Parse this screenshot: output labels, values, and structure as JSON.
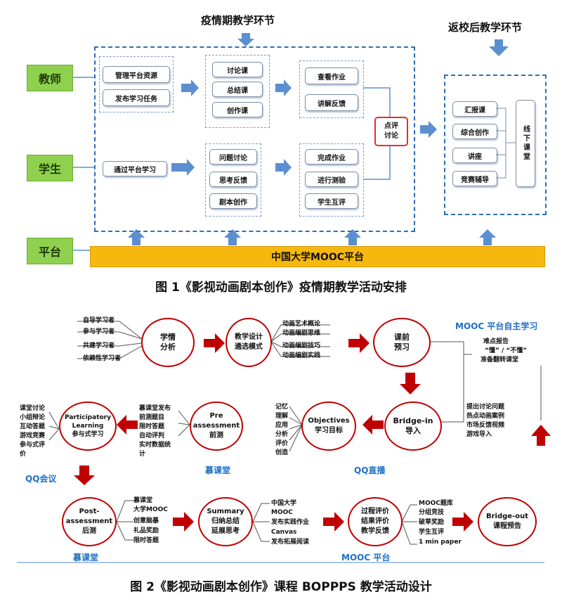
{
  "fig1": {
    "header_epidemic": "疫情期教学环节",
    "header_return": "返校后教学环节",
    "role_teacher": "教师",
    "role_student": "学生",
    "role_platform": "平台",
    "teacher_boxes": [
      "管理平台资源",
      "发布学习任务"
    ],
    "lesson_types": [
      "讨论课",
      "总结课",
      "创作课"
    ],
    "teacher_checks": [
      "查看作业",
      "讲解反馈"
    ],
    "review_label": "点评\n讨论",
    "student_box": "通过平台学习",
    "student_mid": [
      "问题讨论",
      "思考反馈",
      "剧本创作"
    ],
    "student_right": [
      "完成作业",
      "进行测验",
      "学生互评"
    ],
    "after_items": [
      "汇报课",
      "综合创作",
      "讲座",
      "竞赛辅导"
    ],
    "offline_label": "线下课堂",
    "platform_bar": "中国大学MOOC平台",
    "caption": "图 1《影视动画剧本创作》疫情期教学活动安排"
  },
  "fig2": {
    "learner_types": [
      "自导学习者",
      "参与学习者",
      "共建学习者",
      "依赖性学习者"
    ],
    "c_analysis": "学情\n分析",
    "c_design": "教学设计\n遴选模式",
    "design_items": [
      "动画艺术概论",
      "动画编剧思维",
      "动画编剧技巧",
      "动画编剧实践"
    ],
    "c_preview": "课前\n预习",
    "mooc_self": "MOOC 平台自主学习",
    "self_items": [
      "难点报告",
      "“懂” / “不懂”",
      "准备翻转课堂"
    ],
    "c_bridge_in": "Bridge-in\n导入",
    "bridge_in_items": [
      "提出讨论问题",
      "热点动画案例",
      "市场反馈视频",
      "游戏导入"
    ],
    "c_objectives": "Objectives\n学习目标",
    "objective_items": [
      "记忆",
      "理解",
      "应用",
      "分析",
      "评价",
      "创造"
    ],
    "label_qq_live": "QQ直播",
    "c_pre": "Pre\nassessment\n前测",
    "pre_items": [
      "慕课堂发布",
      "前测题目",
      "限时答题",
      "自动评判",
      "实时数据统",
      "计"
    ],
    "label_mooc_class1": "慕课堂",
    "c_participatory": "Participatory\nLearning\n参与式学习",
    "part_items": [
      "课堂讨论",
      "小组辩论",
      "互动答题",
      "游戏竞赛",
      "参与式评",
      "价"
    ],
    "label_qq_meeting": "QQ会议",
    "c_post": "Post-\nassessment\n后测",
    "post_items": [
      "慕课堂",
      "大学MOOC",
      "创意脑暴",
      "礼品奖励",
      "限时答题"
    ],
    "label_mooc_class2": "慕课堂",
    "c_summary": "Summary\n归纳总结\n延展思考",
    "summary_items": [
      "中国大学",
      "MOOC",
      "发布实践作业",
      "Canvas",
      "发布拓展阅读"
    ],
    "c_eval": "过程评价\n结果评价\n教学反馈",
    "label_mooc_platform": "MOOC 平台",
    "eval_items": [
      "MOOC题库",
      "分组竞技",
      "破草奖励",
      "学生互评",
      "1 min paper"
    ],
    "c_bridge_out": "Bridge-out\n课程预告",
    "caption": "图 2《影视动画剧本创作》课程 BOPPPS 教学活动设计"
  }
}
